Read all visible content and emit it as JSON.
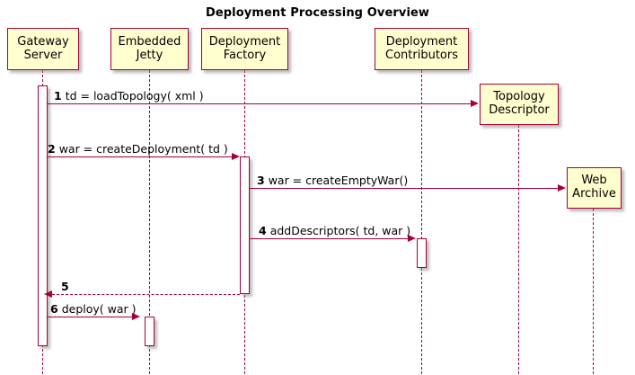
{
  "diagram": {
    "title": "Deployment Processing Overview",
    "type": "uml-sequence-diagram",
    "colors": {
      "participant_fill": "#FEFECE",
      "participant_border": "#A80036",
      "arrow": "#A80036",
      "lifeline": "#A80036",
      "activation_fill": "#FFFFFF",
      "background": "#FFFFFF",
      "text": "#000000"
    }
  },
  "participants": [
    {
      "id": "gateway-server",
      "label_line1": "Gateway",
      "label_line2": "Server"
    },
    {
      "id": "embedded-jetty",
      "label_line1": "Embedded",
      "label_line2": "Jetty"
    },
    {
      "id": "deployment-factory",
      "label_line1": "Deployment",
      "label_line2": "Factory"
    },
    {
      "id": "deployment-contributors",
      "label_line1": "Deployment",
      "label_line2": "Contributors"
    },
    {
      "id": "topology-descriptor",
      "label_line1": "Topology",
      "label_line2": "Descriptor"
    },
    {
      "id": "web-archive",
      "label_line1": "Web",
      "label_line2": "Archive"
    }
  ],
  "messages": [
    {
      "number": "1",
      "text": "td = loadTopology( xml )",
      "from": "gateway-server",
      "to": "topology-descriptor",
      "style": "solid"
    },
    {
      "number": "2",
      "text": "war = createDeployment( td )",
      "from": "gateway-server",
      "to": "deployment-factory",
      "style": "solid"
    },
    {
      "number": "3",
      "text": "war = createEmptyWar()",
      "from": "deployment-factory",
      "to": "web-archive",
      "style": "solid"
    },
    {
      "number": "4",
      "text": "addDescriptors( td, war )",
      "from": "deployment-factory",
      "to": "deployment-contributors",
      "style": "solid"
    },
    {
      "number": "5",
      "text": "",
      "from": "deployment-factory",
      "to": "gateway-server",
      "style": "dotted"
    },
    {
      "number": "6",
      "text": "deploy( war )",
      "from": "gateway-server",
      "to": "embedded-jetty",
      "style": "solid"
    }
  ]
}
